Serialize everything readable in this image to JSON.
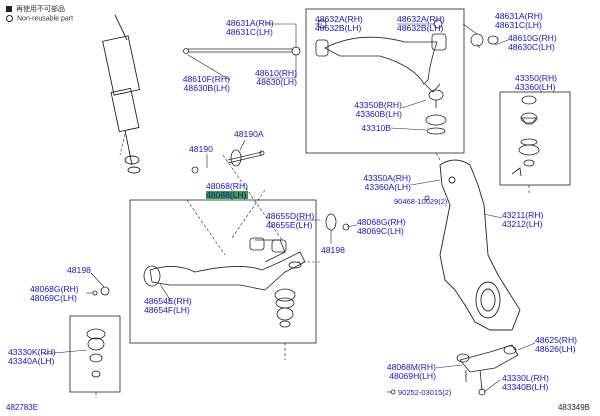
{
  "legend": {
    "item1": "再使用不可部品",
    "item2": "Non-reusable part"
  },
  "labels": {
    "p48631A": [
      "48631A(RH)",
      "48631C(LH)"
    ],
    "p48632A_top": [
      "48632A(RH)",
      "48632B(LH)"
    ],
    "p48632A_top2": [
      "48632A(RH)",
      "48632B(LH)"
    ],
    "p48631A_right": [
      "48631A(RH)",
      "48631C(LH)"
    ],
    "p48610G": [
      "48610G(RH)",
      "48630C(LH)"
    ],
    "p48610F": [
      "48610F(RH)",
      "48630B(LH)"
    ],
    "p48610": [
      "48610(RH)",
      "48630(LH)"
    ],
    "p43350_right": [
      "43350(RH)",
      "43360(LH)"
    ],
    "p43350B": [
      "43350B(RH)",
      "43360B(LH)"
    ],
    "p43310B": [
      "43310B"
    ],
    "p48190A": [
      "48190A"
    ],
    "p48190": [
      "48190"
    ],
    "p48068": [
      "48068(RH)",
      "48088(LH)"
    ],
    "p43350A": [
      "43350A(RH)",
      "43360A(LH)"
    ],
    "p43211": [
      "43211(RH)",
      "43212(LH)"
    ],
    "p48655D": [
      "48655D(RH)",
      "48655E(LH)"
    ],
    "p48068G_mid": [
      "48068G(RH)",
      "48069C(LH)"
    ],
    "p48198_mid": [
      "48198"
    ],
    "p48198_left": [
      "48198"
    ],
    "p48068G_left": [
      "48068G(RH)",
      "48069C(LH)"
    ],
    "p48654E": [
      "48654E(RH)",
      "48654F(LH)"
    ],
    "p43330K": [
      "43330K(RH)",
      "43340A(LH)"
    ],
    "p48625": [
      "48625(RH)",
      "48626(LH)"
    ],
    "p48068M": [
      "48068M(RH)",
      "48069H(LH)"
    ],
    "p43330L": [
      "43330L(RH)",
      "43340B(LH)"
    ]
  },
  "notes": {
    "n90468": "90468-10029(2)",
    "n90252": "90252-03015(2)"
  },
  "footer": {
    "left_code": "482783E",
    "right_code": "483349B"
  },
  "colors": {
    "label": "#1515c8",
    "line": "#222222",
    "highlight": "#3a9d3a"
  }
}
